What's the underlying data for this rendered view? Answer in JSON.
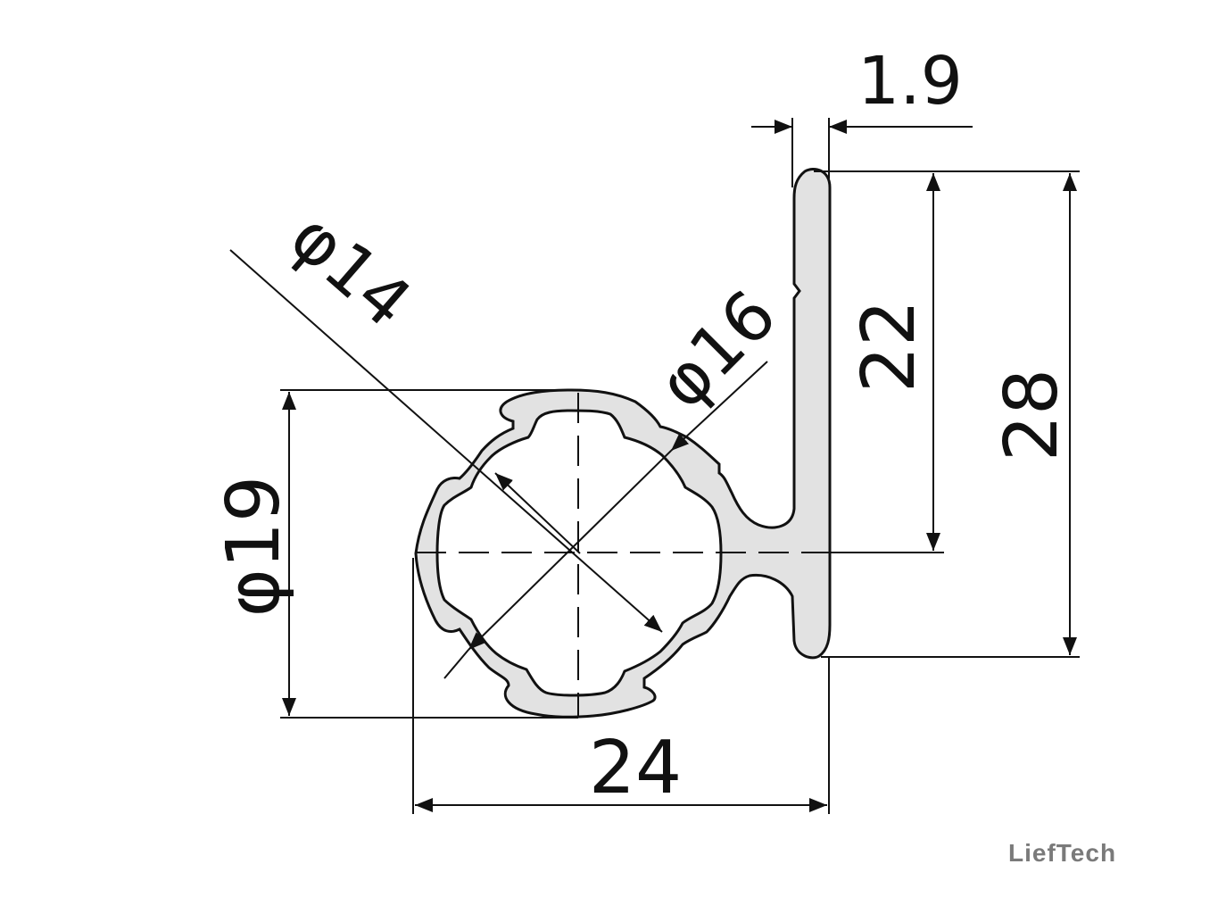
{
  "dimensions": {
    "rib_thickness": "1.9",
    "inner_height": "22",
    "total_height": "28",
    "inner_diameter": "φ14",
    "mid_diameter": "φ16",
    "outer_diameter": "φ19",
    "total_width": "24"
  },
  "watermark": "LiefTech",
  "colors": {
    "line": "#111111",
    "profile_fill": "#e2e2e2",
    "watermark": "#7a7a7a"
  }
}
